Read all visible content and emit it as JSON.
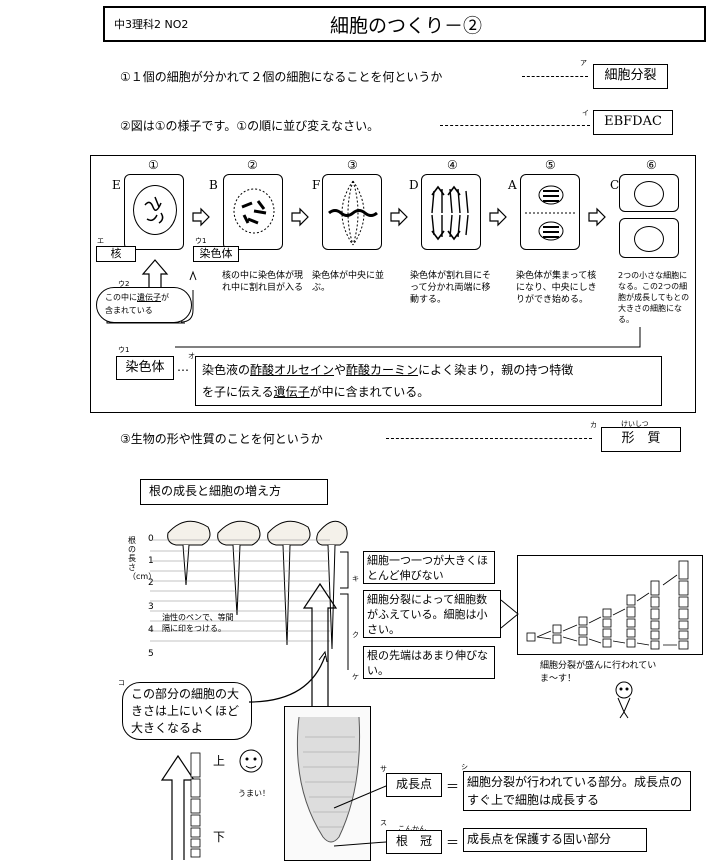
{
  "header": {
    "left": "中3理科2 NO2",
    "title": "細胞のつくり－②"
  },
  "q1": {
    "text": "①１個の細胞が分かれて２個の細胞になることを何というか",
    "tag": "ア",
    "answer": "細胞分裂"
  },
  "q2": {
    "text": "②図は①の様子です。①の順に並び変えなさい。",
    "tag": "イ",
    "answer": "EBFDAC"
  },
  "stages": [
    {
      "num": "①",
      "letter": "E"
    },
    {
      "num": "②",
      "letter": "B"
    },
    {
      "num": "③",
      "letter": "F"
    },
    {
      "num": "④",
      "letter": "D"
    },
    {
      "num": "⑤",
      "letter": "A"
    },
    {
      "num": "⑥",
      "letter": "C"
    }
  ],
  "stage_desc": [
    "核の中に染色体が現れ中に割れ目が入る",
    "染色体が中央に並ぶ。",
    "染色体が割れ目にそって分かれ両端に移動する。",
    "染色体が集まって核になり、中央にしきりができ始める。",
    "2つの小さな細胞になる。この2つの細胞が成長してもとの大きさの細胞になる。"
  ],
  "labels": {
    "e_tag": "エ",
    "nucleus": "核",
    "u1_tag": "ウ1",
    "chromosome": "染色体",
    "u2_tag": "ウ2",
    "gene_note_a": "この中に",
    "gene_note_b": "遺伝子",
    "gene_note_c": "が",
    "gene_note_d": "含まれている"
  },
  "chromo_def": {
    "tag": "ウ1",
    "term": "染色体",
    "dots": "…",
    "o_tag": "オ",
    "line1_a": "染色液の",
    "line1_b": "酢酸オルセイン",
    "line1_c": "や",
    "line1_d": "酢酸カーミン",
    "line1_e": "によく染まり，親の持つ特徴",
    "line2_a": "を子に伝える",
    "line2_b": "遺伝子",
    "line2_c": "が中に含まれている。"
  },
  "q3": {
    "text": "③生物の形や性質のことを何というか",
    "tag": "カ",
    "ruby": "けいしつ",
    "answer": "形　質"
  },
  "root": {
    "title": "根の成長と細胞の増え方",
    "axis_label": "根の長さ（cm）",
    "ticks": [
      "0",
      "1",
      "2",
      "3",
      "4",
      "5"
    ],
    "pen_note": "油性のペンで、等間隔に印をつける。",
    "ki_tag": "キ",
    "ki_text": "細胞一つ一つが大きくほとんど伸びない",
    "ku_tag": "ク",
    "ku_text": "細胞分裂によって細胞数がふえている。細胞は小さい。",
    "ke_tag": "ケ",
    "ke_text": "根の先端はあまり伸びない。",
    "ko_tag": "コ",
    "ko_text": "この部分の細胞の大きさは上にいくほど大きくなるよ",
    "busy_note": "細胞分裂が盛んに行われていま～す！",
    "up": "上",
    "down": "下",
    "umai": "うまい！",
    "sa_tag": "サ",
    "sa_term": "成長点",
    "eq": "＝",
    "shi_tag": "シ",
    "shi_text": "細胞分裂が行われている部分。成長点のすぐ上で細胞は成長する",
    "su_tag": "ス",
    "su_ruby": "こんかん",
    "su_term": "根　冠",
    "su_text": "成長点を保護する固い部分"
  }
}
